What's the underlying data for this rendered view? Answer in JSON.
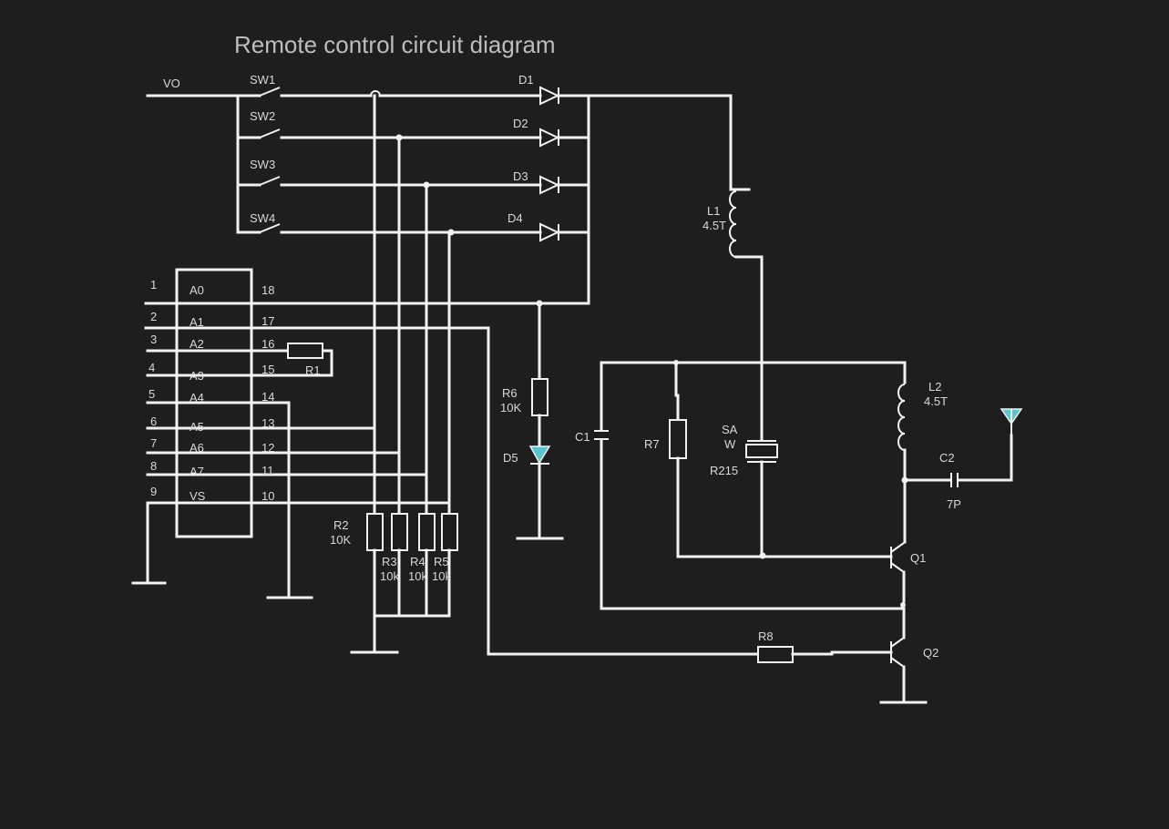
{
  "title": "Remote control circuit diagram",
  "colors": {
    "background": "#1e1e1e",
    "wire": "#f2f2f2",
    "text": "#d8d8d8",
    "led": "#56c6cf"
  },
  "labels": {
    "vo": "VO",
    "switches": [
      "SW1",
      "SW2",
      "SW3",
      "SW4"
    ],
    "diodes": [
      "D1",
      "D2",
      "D3",
      "D4"
    ],
    "ic_pins_left": [
      "1",
      "2",
      "3",
      "4",
      "5",
      "6",
      "7",
      "8",
      "9"
    ],
    "ic_pin_names": [
      "A0",
      "A1",
      "A2",
      "A3",
      "A4",
      "A5",
      "A6",
      "A7",
      "VS"
    ],
    "ic_pins_right": [
      "18",
      "17",
      "16",
      "15",
      "14",
      "13",
      "12",
      "11",
      "10"
    ],
    "r1": "R1",
    "r2": {
      "name": "R2",
      "value": "10K"
    },
    "r3": {
      "name": "R3",
      "value": "10k"
    },
    "r4": {
      "name": "R4",
      "value": "10k"
    },
    "r5": {
      "name": "R5",
      "value": "10k"
    },
    "r6": {
      "name": "R6",
      "value": "10K"
    },
    "d5": "D5",
    "l1": {
      "name": "L1",
      "value": "4.5T"
    },
    "l2": {
      "name": "L2",
      "value": "4.5T"
    },
    "c1": "C1",
    "c2": {
      "name": "C2",
      "value": "7P"
    },
    "r7": "R7",
    "saw": {
      "line1": "SA",
      "line2": "W",
      "line3": "R215"
    },
    "r8": "R8",
    "q1": "Q1",
    "q2": "Q2"
  }
}
